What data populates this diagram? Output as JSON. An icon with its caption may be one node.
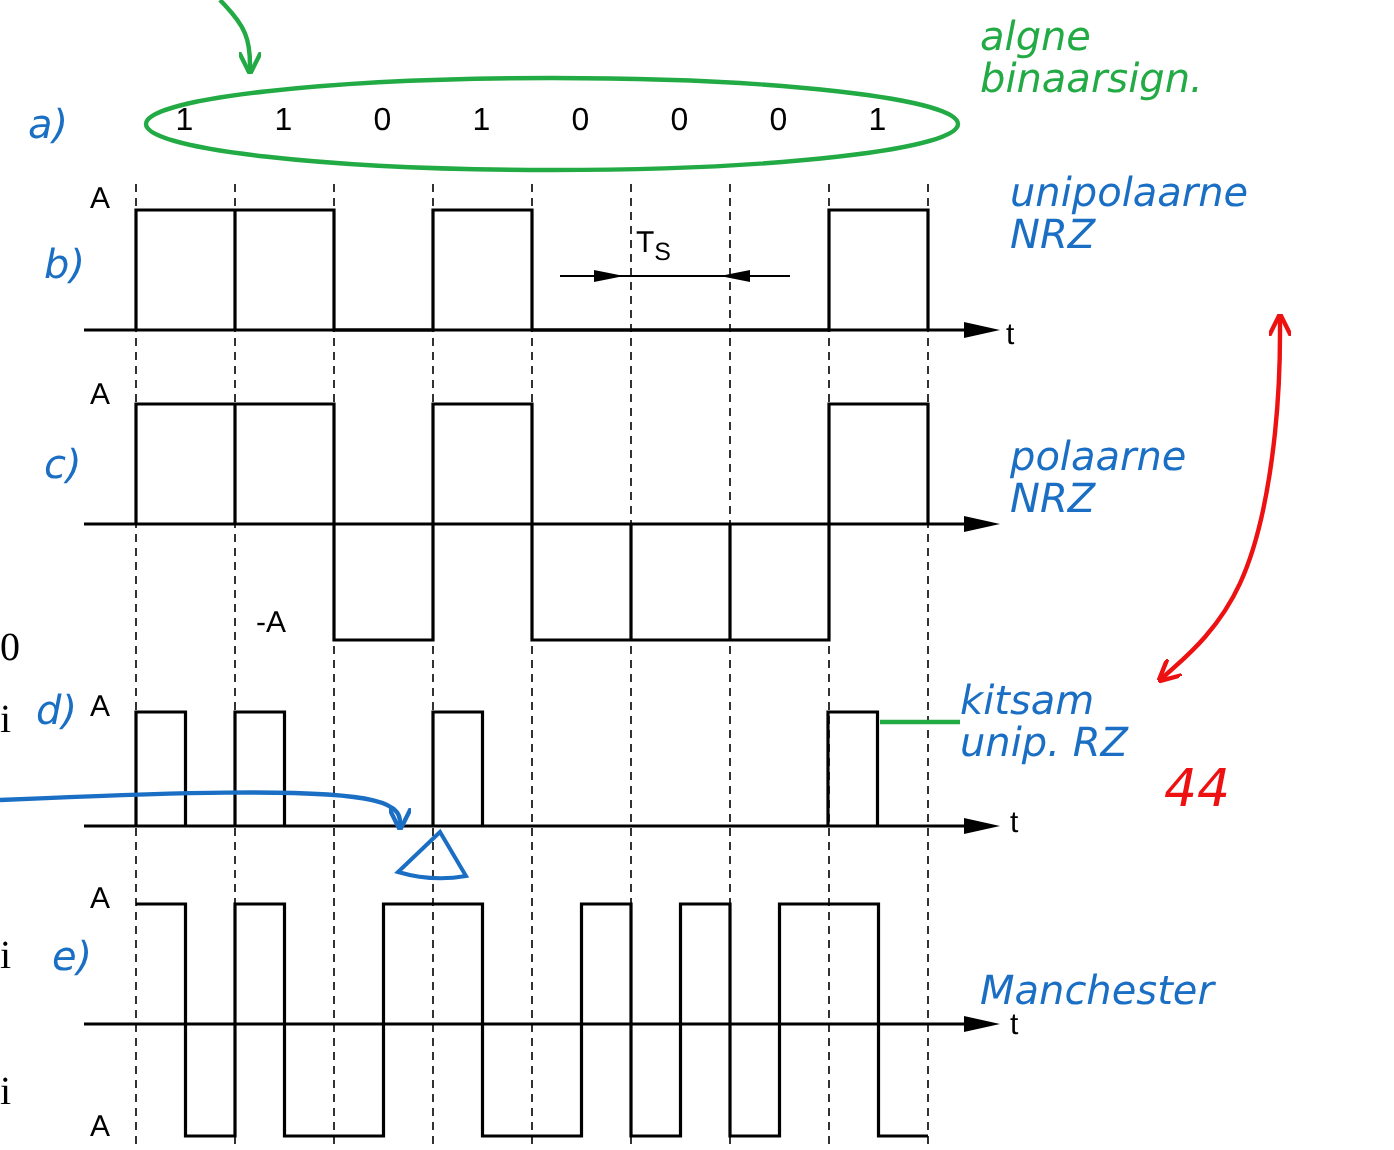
{
  "diagram": {
    "nodes": [
      {
        "text": [
          "1",
          "1",
          "0",
          "1",
          "0",
          "0",
          "0",
          "1"
        ]
      },
      {
        "text": [
          "unipolaarne NRZ"
        ]
      },
      {
        "text": [
          "kitsam unip. RZ"
        ]
      },
      {
        "text": [],
        "shape": "triangle"
      },
      {
        "text": [],
        "shape": "bar"
      }
    ],
    "edges": [
      {
        "from": null,
        "to": 0,
        "arrow": "to",
        "color": "#22aa44"
      },
      {
        "from": 1,
        "to": 2,
        "arrow": "both",
        "color": "#ee1111"
      },
      {
        "from": 2,
        "to": 4,
        "arrow": "none",
        "color": "#22aa44"
      },
      {
        "from": null,
        "to": 3,
        "arrow": "to",
        "color": "#1a6fc4"
      }
    ],
    "labels": [
      "algne binaarsign.",
      "a)",
      "A",
      "b)",
      "T$_{S}$",
      "t",
      "A",
      "c)",
      "polaarne NRZ",
      "0",
      "-A",
      "i",
      "d)",
      "A",
      "t",
      "44",
      "A",
      "i",
      "e)",
      "Manchester",
      "t",
      "i",
      "A"
    ]
  }
}
